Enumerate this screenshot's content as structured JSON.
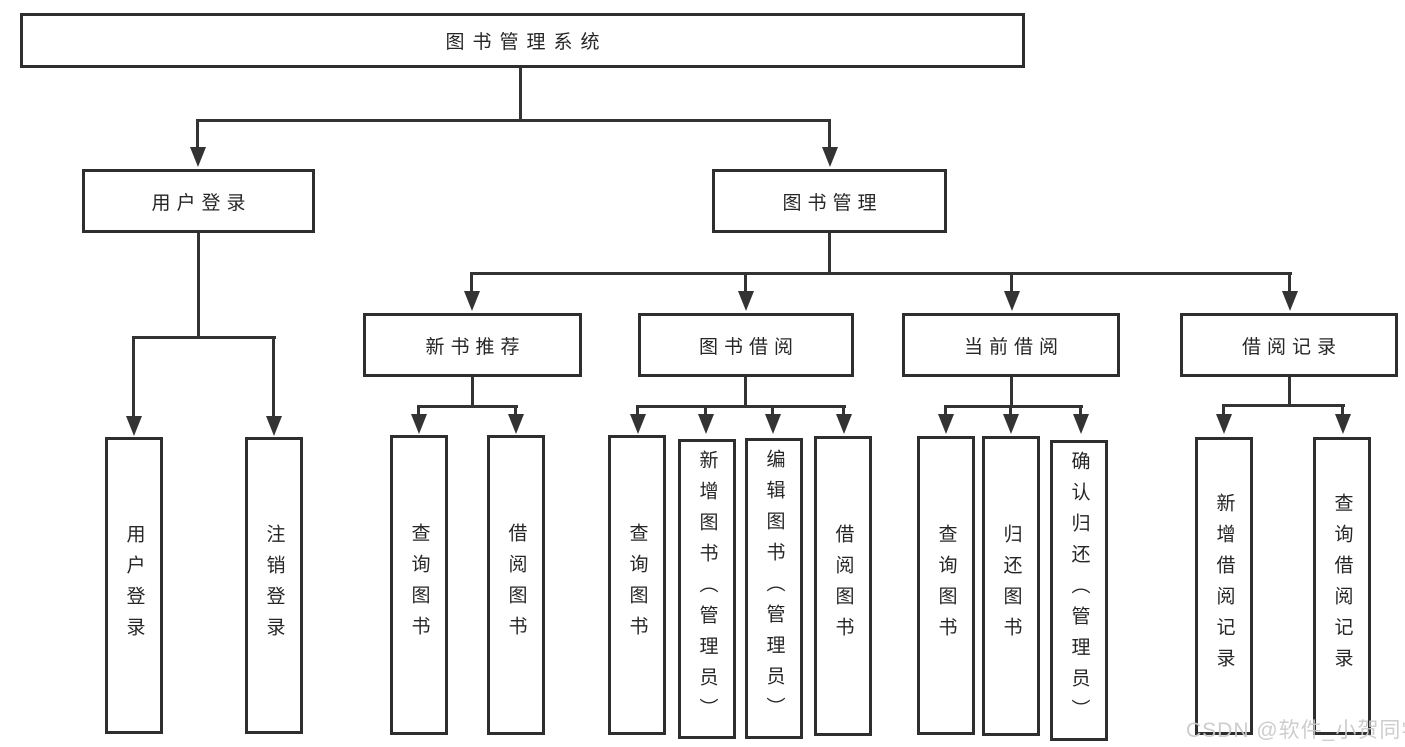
{
  "diagram": {
    "root": {
      "label": "图书管理系统"
    },
    "branches": [
      {
        "label": "用户登录",
        "children": [
          {
            "label": "用户登录"
          },
          {
            "label": "注销登录"
          }
        ]
      },
      {
        "label": "图书管理",
        "sections": [
          {
            "label": "新书推荐",
            "children": [
              {
                "label": "查询图书"
              },
              {
                "label": "借阅图书"
              }
            ]
          },
          {
            "label": "图书借阅",
            "children": [
              {
                "label": "查询图书"
              },
              {
                "label": "新增图书（管理员）"
              },
              {
                "label": "编辑图书（管理员）"
              },
              {
                "label": "借阅图书"
              }
            ]
          },
          {
            "label": "当前借阅",
            "children": [
              {
                "label": "查询图书"
              },
              {
                "label": "归还图书"
              },
              {
                "label": "确认归还（管理员）"
              }
            ]
          },
          {
            "label": "借阅记录",
            "children": [
              {
                "label": "新增借阅记录"
              },
              {
                "label": "查询借阅记录"
              }
            ]
          }
        ]
      }
    ],
    "watermark": "CSDN @软件_小贺同学",
    "colors": {
      "line": "#333333",
      "box_border": "#2e2e2e",
      "text": "#262626",
      "watermark": "#cacaca",
      "background": "#ffffff"
    }
  }
}
